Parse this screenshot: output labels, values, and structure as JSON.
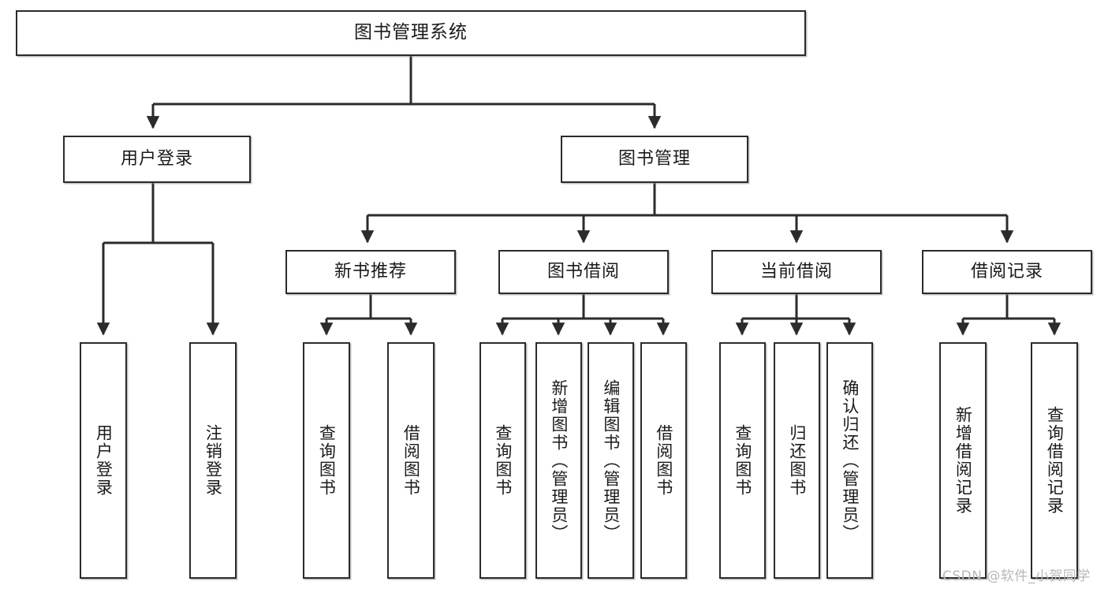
{
  "diagram": {
    "title": "图书管理系统",
    "type": "hierarchy-tree",
    "root": {
      "id": "root",
      "label": "图书管理系统"
    },
    "level2": [
      {
        "id": "user-login",
        "label": "用户登录"
      },
      {
        "id": "book-management",
        "label": "图书管理"
      }
    ],
    "level3": [
      {
        "id": "new-book-recommend",
        "label": "新书推荐",
        "parent": "book-management"
      },
      {
        "id": "book-borrow",
        "label": "图书借阅",
        "parent": "book-management"
      },
      {
        "id": "current-borrow",
        "label": "当前借阅",
        "parent": "book-management"
      },
      {
        "id": "borrow-record",
        "label": "借阅记录",
        "parent": "book-management"
      }
    ],
    "leaves": [
      {
        "id": "leaf-user-login",
        "label": "用户登录",
        "parent": "user-login"
      },
      {
        "id": "leaf-logout-login",
        "label": "注销登录",
        "parent": "user-login"
      },
      {
        "id": "leaf-query-book-1",
        "label": "查询图书",
        "parent": "new-book-recommend"
      },
      {
        "id": "leaf-borrow-book-1",
        "label": "借阅图书",
        "parent": "new-book-recommend"
      },
      {
        "id": "leaf-query-book-2",
        "label": "查询图书",
        "parent": "book-borrow"
      },
      {
        "id": "leaf-add-book",
        "label": "新增图书（管理员）",
        "parent": "book-borrow"
      },
      {
        "id": "leaf-edit-book",
        "label": "编辑图书（管理员）",
        "parent": "book-borrow"
      },
      {
        "id": "leaf-borrow-book-2",
        "label": "借阅图书",
        "parent": "book-borrow"
      },
      {
        "id": "leaf-query-book-3",
        "label": "查询图书",
        "parent": "current-borrow"
      },
      {
        "id": "leaf-return-book",
        "label": "归还图书",
        "parent": "current-borrow"
      },
      {
        "id": "leaf-confirm-return",
        "label": "确认归还（管理员）",
        "parent": "current-borrow"
      },
      {
        "id": "leaf-add-record",
        "label": "新增借阅记录",
        "parent": "borrow-record"
      },
      {
        "id": "leaf-query-record",
        "label": "查询借阅记录",
        "parent": "borrow-record"
      }
    ],
    "watermark": "CSDN @软件_小贺同学",
    "colors": {
      "stroke": "#2b2b2b",
      "background": "#ffffff",
      "text": "#1a1a1a",
      "watermark": "#b8b8b8"
    }
  }
}
